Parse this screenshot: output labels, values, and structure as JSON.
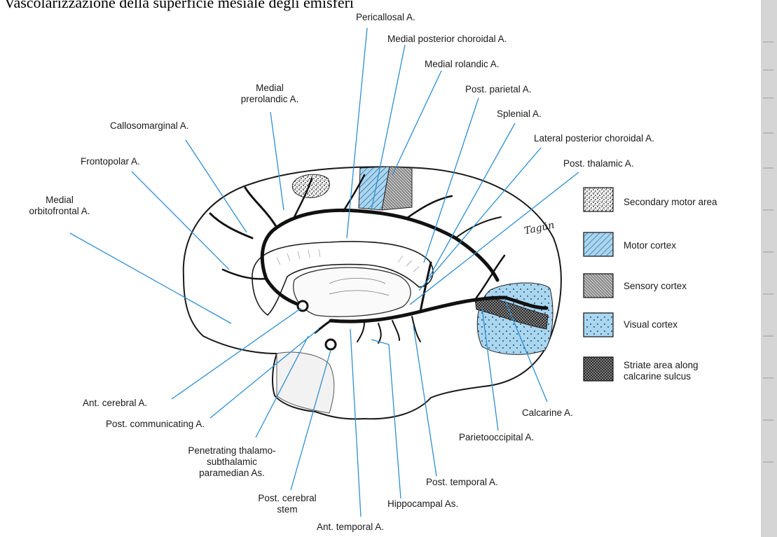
{
  "title": "Vascolarizzazione della superficie mesiale degli emisferi",
  "labels": {
    "pericallosal": "Pericallosal A.",
    "medial_post_choroidal": "Medial posterior choroidal A.",
    "medial_rolandic": "Medial rolandic A.",
    "medial_prerolandic": [
      "Medial",
      "prerolandic A."
    ],
    "post_parietal": "Post. parietal A.",
    "splenial": "Splenial A.",
    "callosomarginal": "Callosomarginal A.",
    "lateral_post_choroidal": "Lateral posterior choroidal A.",
    "frontopolar": "Frontopolar A.",
    "post_thalamic": "Post. thalamic A.",
    "medial_orbitofrontal": [
      "Medial",
      "orbitofrontal A."
    ],
    "ant_cerebral": "Ant. cerebral A.",
    "post_communicating": "Post. communicating A.",
    "penetrating": [
      "Penetrating thalamo-",
      "subthalamic",
      "paramedian As."
    ],
    "post_cerebral_stem": [
      "Post. cerebral",
      "stem"
    ],
    "ant_temporal": "Ant. temporal A.",
    "hippocampal": "Hippocampal As.",
    "post_temporal": "Post. temporal A.",
    "parietooccipital": "Parietooccipital A.",
    "calcarine": "Calcarine A."
  },
  "legend": [
    {
      "pattern": "secondary-motor",
      "label": "Secondary motor area"
    },
    {
      "pattern": "motor",
      "label": "Motor cortex"
    },
    {
      "pattern": "sensory",
      "label": "Sensory cortex"
    },
    {
      "pattern": "visual",
      "label": "Visual cortex"
    },
    {
      "pattern": "striate",
      "label": [
        "Striate area along",
        "calcarine sulcus"
      ]
    }
  ],
  "signature": "Tagün",
  "colors": {
    "leader": "#2f8fd0",
    "vessel": "#111111",
    "cortex_blue": "#a9d6f0",
    "outline": "#1a1a1a"
  }
}
